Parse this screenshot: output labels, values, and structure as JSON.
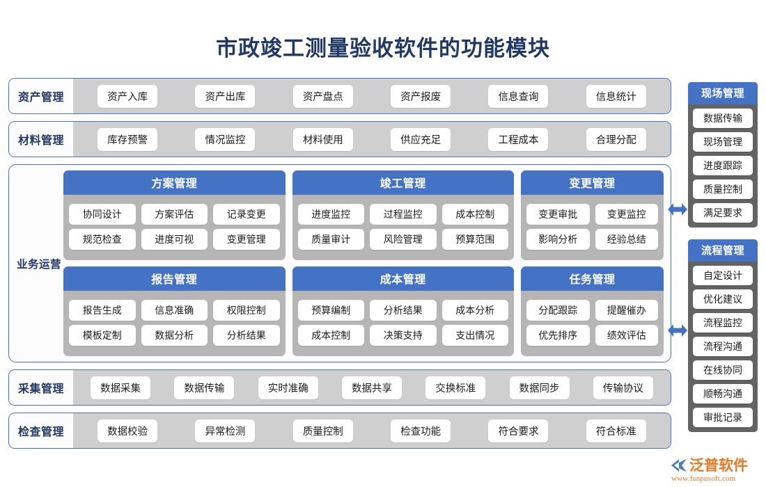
{
  "title": "市政竣工测量验收软件的功能模块",
  "top_rows": [
    {
      "label": "资产管理",
      "items": [
        "资产入库",
        "资产出库",
        "资产盘点",
        "资产报废",
        "信息查询",
        "信息统计"
      ]
    },
    {
      "label": "材料管理",
      "items": [
        "库存预警",
        "情况监控",
        "材料使用",
        "供应充足",
        "工程成本",
        "合理分配"
      ]
    }
  ],
  "business": {
    "label": "业务运营",
    "rows": [
      [
        {
          "header": "方案管理",
          "size": 3,
          "lines": [
            [
              "协同设计",
              "方案评估",
              "记录变更"
            ],
            [
              "规范检查",
              "进度可视",
              "变更管理"
            ]
          ]
        },
        {
          "header": "竣工管理",
          "size": 3,
          "lines": [
            [
              "进度监控",
              "过程监控",
              "成本控制"
            ],
            [
              "质量审计",
              "风险管理",
              "预算范围"
            ]
          ]
        },
        {
          "header": "变更管理",
          "size": 2,
          "lines": [
            [
              "变更审批",
              "变更监控"
            ],
            [
              "影响分析",
              "经验总结"
            ]
          ]
        }
      ],
      [
        {
          "header": "报告管理",
          "size": 3,
          "lines": [
            [
              "报告生成",
              "信息准确",
              "权限控制"
            ],
            [
              "模板定制",
              "数据分析",
              "分析结果"
            ]
          ]
        },
        {
          "header": "成本管理",
          "size": 3,
          "lines": [
            [
              "预算编制",
              "分析结果",
              "成本分析"
            ],
            [
              "成本控制",
              "决策支持",
              "支出情况"
            ]
          ]
        },
        {
          "header": "任务管理",
          "size": 2,
          "lines": [
            [
              "分配跟踪",
              "提醒催办"
            ],
            [
              "优先排序",
              "绩效评估"
            ]
          ]
        }
      ]
    ]
  },
  "bottom_rows": [
    {
      "label": "采集管理",
      "items": [
        "数据采集",
        "数据传输",
        "实时准确",
        "数据共享",
        "交换标准",
        "数据同步",
        "传输协议"
      ]
    },
    {
      "label": "检查管理",
      "items": [
        "数据校验",
        "异常检测",
        "质量控制",
        "检查功能",
        "符合要求",
        "符合标准"
      ]
    }
  ],
  "side_panels": [
    {
      "header": "现场管理",
      "items": [
        "数据传输",
        "现场管理",
        "进度跟踪",
        "质量控制",
        "满足要求"
      ]
    },
    {
      "header": "流程管理",
      "items": [
        "自定设计",
        "优化建议",
        "流程监控",
        "流程沟通",
        "在线协同",
        "顺畅沟通",
        "审批记录"
      ]
    }
  ],
  "logo": {
    "name": "泛普软件",
    "url": "www.fanpusoft.com"
  },
  "colors": {
    "title": "#1f3864",
    "accent_blue": "#4472c4",
    "strip_gray": "#cfcfcf",
    "group_gray": "#b6b6b6",
    "panel_gray": "#636363",
    "logo_orange": "#e87722"
  }
}
